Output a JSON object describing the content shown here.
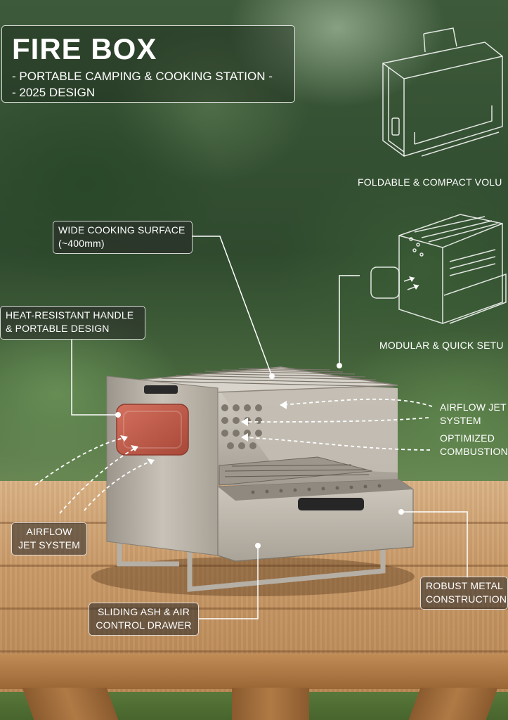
{
  "header": {
    "title": "FIRE BOX",
    "subtitle_line1": "- PORTABLE CAMPING & COOKING STATION -",
    "subtitle_line2": "- 2025 DESIGN"
  },
  "callouts": {
    "foldable": "FOLDABLE & COMPACT VOLU",
    "modular": "MODULAR & QUICK SETU",
    "cooking_surface_line1": "WIDE COOKING SURFACE",
    "cooking_surface_line2": "(~400mm)",
    "handle_line1": "HEAT-RESISTANT HANDLE",
    "handle_line2": "& PORTABLE DESIGN",
    "airflow_right_line1": "AIRFLOW JET",
    "airflow_right_line2": "SYSTEM",
    "optimized_line1": "OPTIMIZED",
    "optimized_line2": "COMBUSTION",
    "airflow_left_line1": "AIRFLOW",
    "airflow_left_line2": "JET SYSTEM",
    "robust_line1": "ROBUST METAL",
    "robust_line2": "CONSTRUCTION",
    "drawer_line1": "SLIDING ASH & AIR",
    "drawer_line2": "CONTROL DRAWER"
  },
  "colors": {
    "handle": "#c9604f",
    "steel": "#b9b3aa",
    "wood": "#c99a68",
    "foliage": "#3d5a3a"
  }
}
